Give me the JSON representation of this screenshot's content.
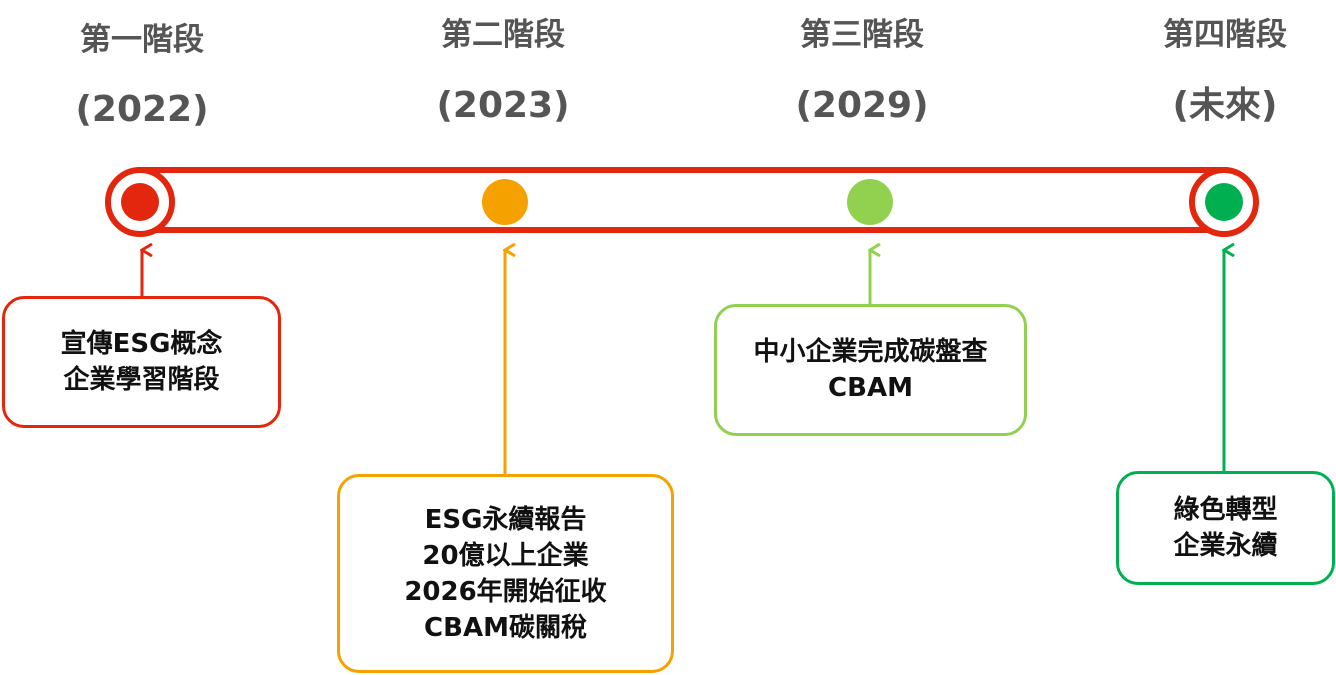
{
  "colors": {
    "track": "#e3260e",
    "stage1": "#e3260e",
    "stage2": "#f5a100",
    "stage3": "#92d050",
    "stage4": "#00b050",
    "label": "#555555"
  },
  "stages": [
    {
      "label": "第一階段",
      "year": "(2022)",
      "lines": [
        "宣傳ESG概念",
        "企業學習階段"
      ]
    },
    {
      "label": "第二階段",
      "year": "(2023)",
      "lines": [
        "ESG永續報告",
        "20億以上企業",
        "2026年開始征收",
        "CBAM碳關稅"
      ]
    },
    {
      "label": "第三階段",
      "year": "(2029)",
      "lines": [
        "中小企業完成碳盤查",
        "CBAM"
      ]
    },
    {
      "label": "第四階段",
      "year": "(未來)",
      "lines": [
        "綠色轉型",
        "企業永續"
      ]
    }
  ]
}
